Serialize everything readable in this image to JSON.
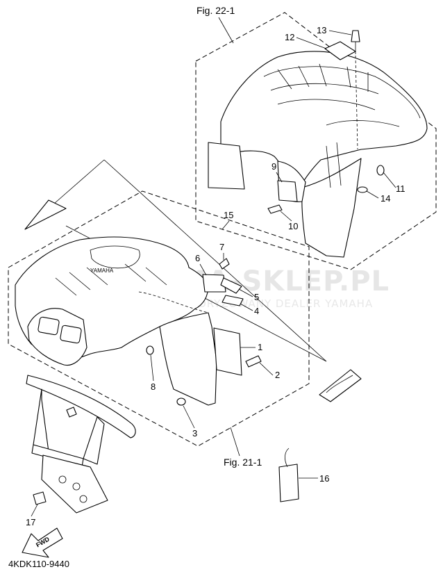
{
  "figure_refs": {
    "top": "Fig. 22-1",
    "bottom": "Fig. 21-1"
  },
  "callouts": {
    "c1": "1",
    "c2": "2",
    "c3": "3",
    "c4": "4",
    "c5": "5",
    "c6": "6",
    "c7": "7",
    "c8": "8",
    "c9": "9",
    "c10": "10",
    "c11": "11",
    "c12": "12",
    "c13": "13",
    "c14": "14",
    "c15": "15",
    "c16": "16",
    "c17": "17"
  },
  "fender_logo_text": "YAMAHA",
  "fwd_label": "FWD",
  "diagram_code": "4KDK110-9440",
  "watermark": {
    "line1": "YAMA-SKLEP.PL",
    "line2": "WWW.AUTORYZOWANY DEALER YAMAHA"
  },
  "colors": {
    "line": "#000000",
    "watermark": "#e6e6e6",
    "logo_watermark": "#f3c8c8"
  }
}
